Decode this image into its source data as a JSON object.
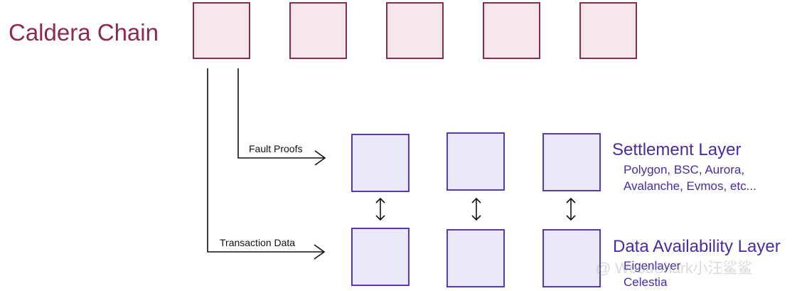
{
  "chain": {
    "title": "Caldera Chain",
    "color": "#8c2a52",
    "box_fill": "#f7e7ec",
    "box_border": "#8c2a52"
  },
  "arrows": {
    "fault_proofs_label": "Fault Proofs",
    "transaction_data_label": "Transaction Data"
  },
  "layers": {
    "box_fill": "#eae8f6",
    "box_border": "#5a3aa8",
    "settlement": {
      "title": "Settlement Layer",
      "examples_line1": "Polygon, BSC, Aurora,",
      "examples_line2": "Avalanche, Evmos, etc..."
    },
    "data_availability": {
      "title": "Data Availability Layer",
      "examples_line1": "Eigenlayer",
      "examples_line2": "Celestia"
    },
    "text_color": "#4a2ca0"
  },
  "watermark": {
    "text": "@ WoodShark小汪鲨鲨"
  }
}
